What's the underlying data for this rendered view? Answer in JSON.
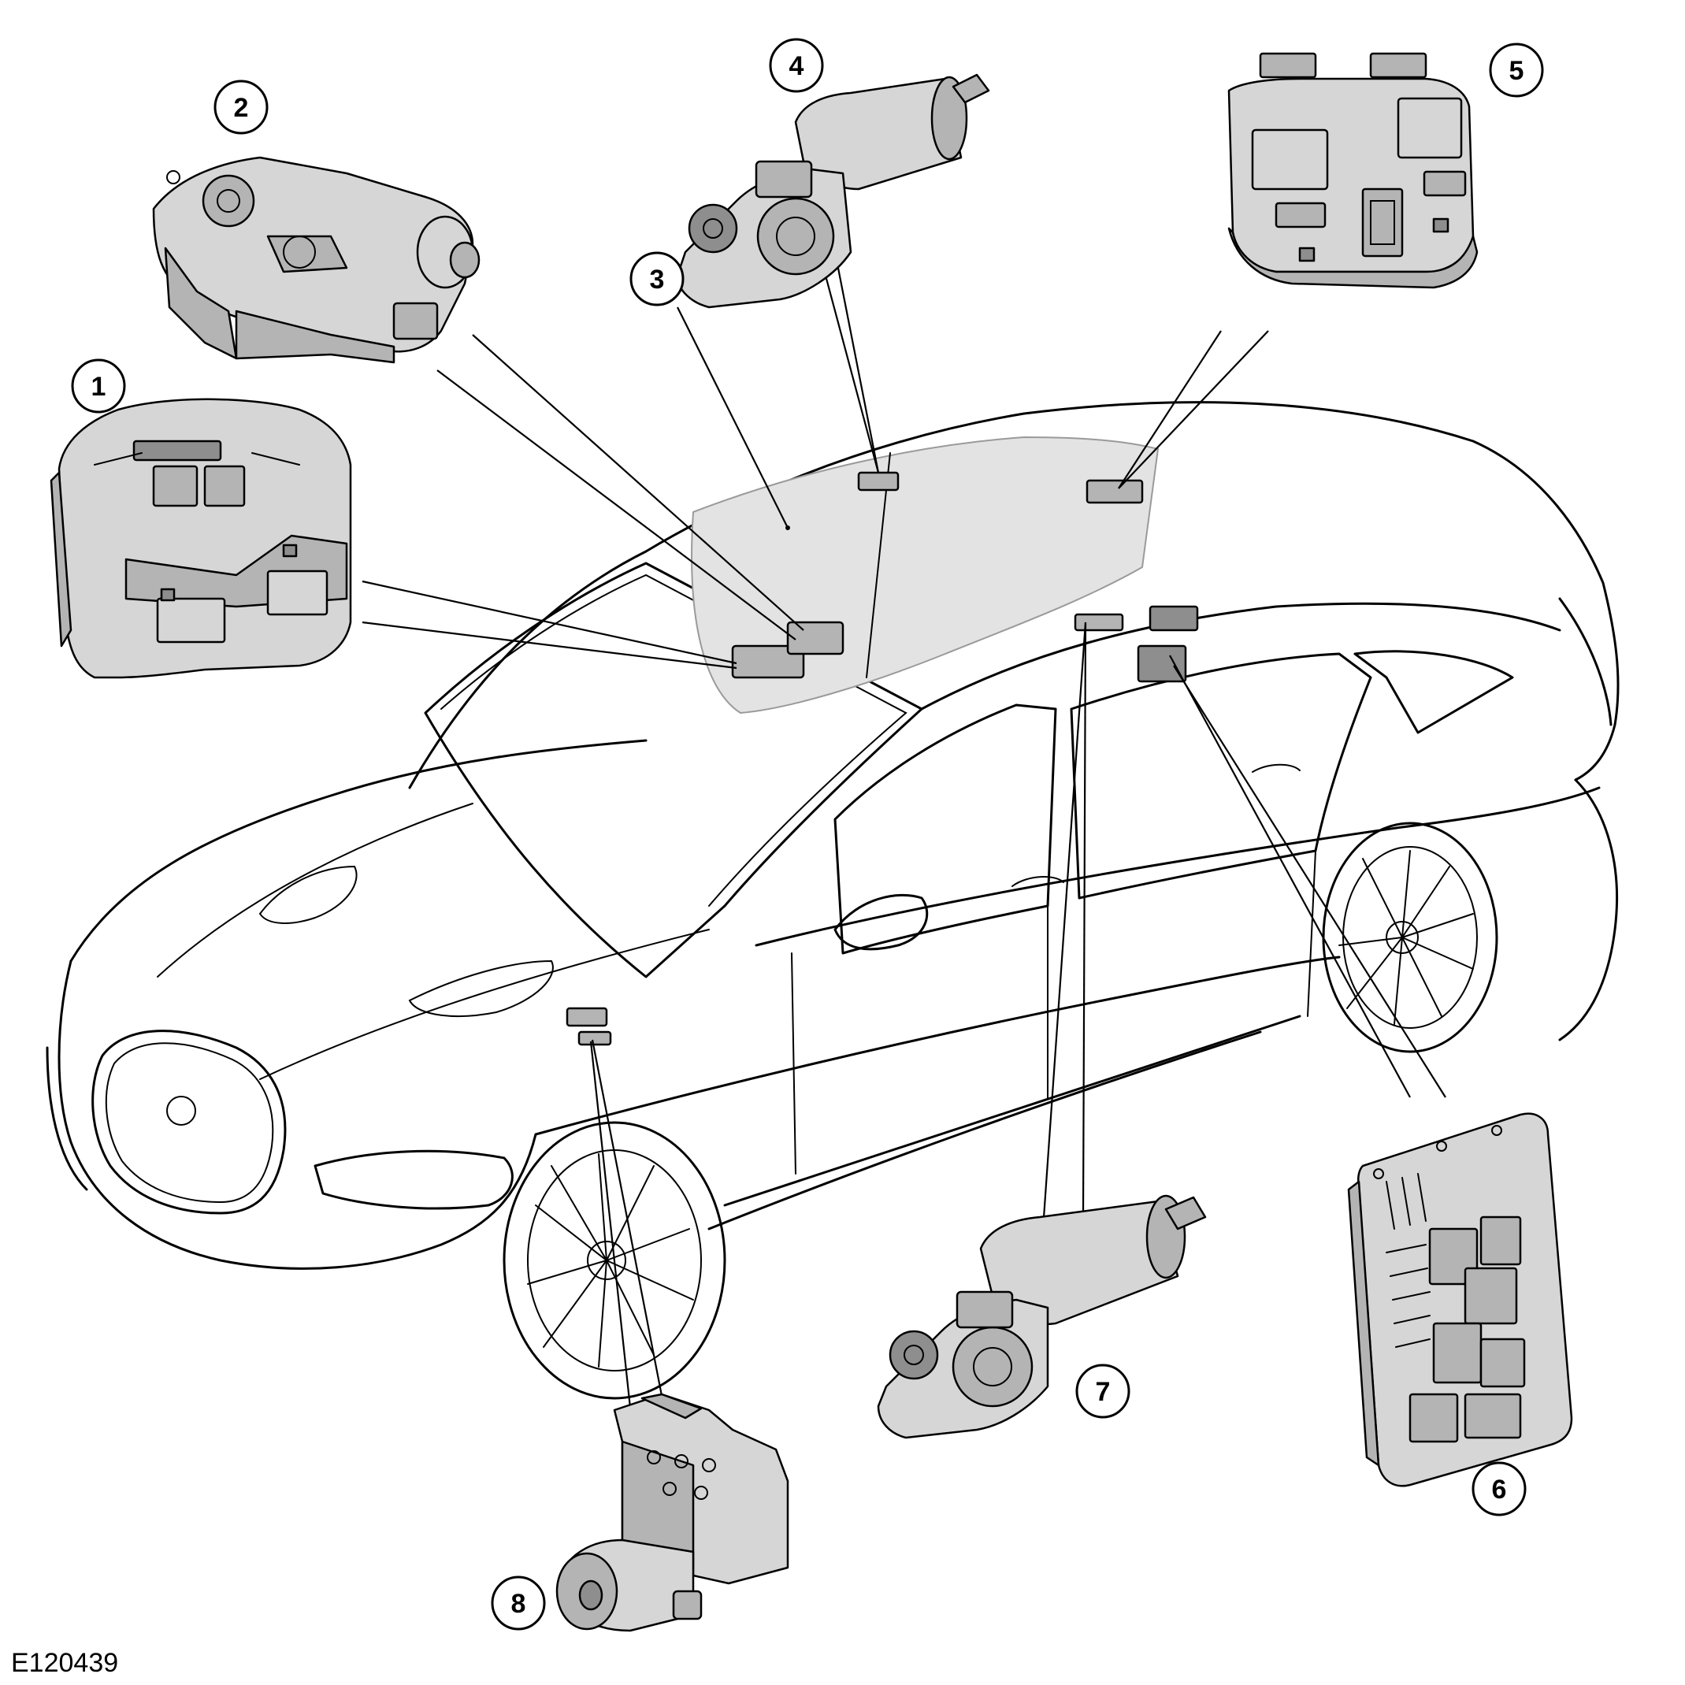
{
  "figure_id": "E120439",
  "callouts": [
    {
      "label": "1"
    },
    {
      "label": "2"
    },
    {
      "label": "3"
    },
    {
      "label": "4"
    },
    {
      "label": "5"
    },
    {
      "label": "6"
    },
    {
      "label": "7"
    },
    {
      "label": "8"
    }
  ],
  "colors": {
    "line": "#000000",
    "component_light": "#d6d6d6",
    "component_mid": "#b4b4b4",
    "component_dark": "#8e8e8e",
    "roof_glass": "#e3e3e3",
    "background": "#ffffff"
  }
}
